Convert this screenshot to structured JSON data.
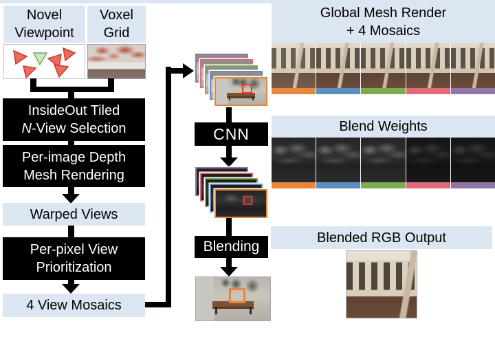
{
  "colors": {
    "panel": "#dce5f2",
    "box": "#000000",
    "orange": "#e8873a",
    "blue": "#5d8fc1",
    "green": "#7cab51",
    "pink": "#e0697a",
    "purple": "#9177a8",
    "red_highlight": "#e8392c",
    "tri_red": "#ec6a5e",
    "tri_red_stroke": "#c93c2e",
    "tri_green": "#cfe6bd",
    "tri_green_stroke": "#73a85c"
  },
  "mosaic_color_order": [
    "orange",
    "blue",
    "green",
    "pink",
    "purple"
  ],
  "inputs": {
    "novel_viewpoint_line1": "Novel",
    "novel_viewpoint_line2": "Viewpoint",
    "voxel_grid_line1": "Voxel",
    "voxel_grid_line2": "Grid"
  },
  "pipeline": {
    "nview_line1": "InsideOut Tiled",
    "nview_line2_var": "N",
    "nview_line2_rest": "-View Selection",
    "depth_line1": "Per-image Depth",
    "depth_line2": "Mesh Rendering",
    "warped_views": "Warped Views",
    "prio_line1": "Per-pixel View",
    "prio_line2": "Prioritization",
    "mosaics": "4 View Mosaics",
    "cnn": "CNN",
    "blending": "Blending"
  },
  "outputs": {
    "global_line1": "Global Mesh Render",
    "global_line2": "+ 4 Mosaics",
    "blend_weights": "Blend Weights",
    "blended_rgb": "Blended RGB Output"
  }
}
